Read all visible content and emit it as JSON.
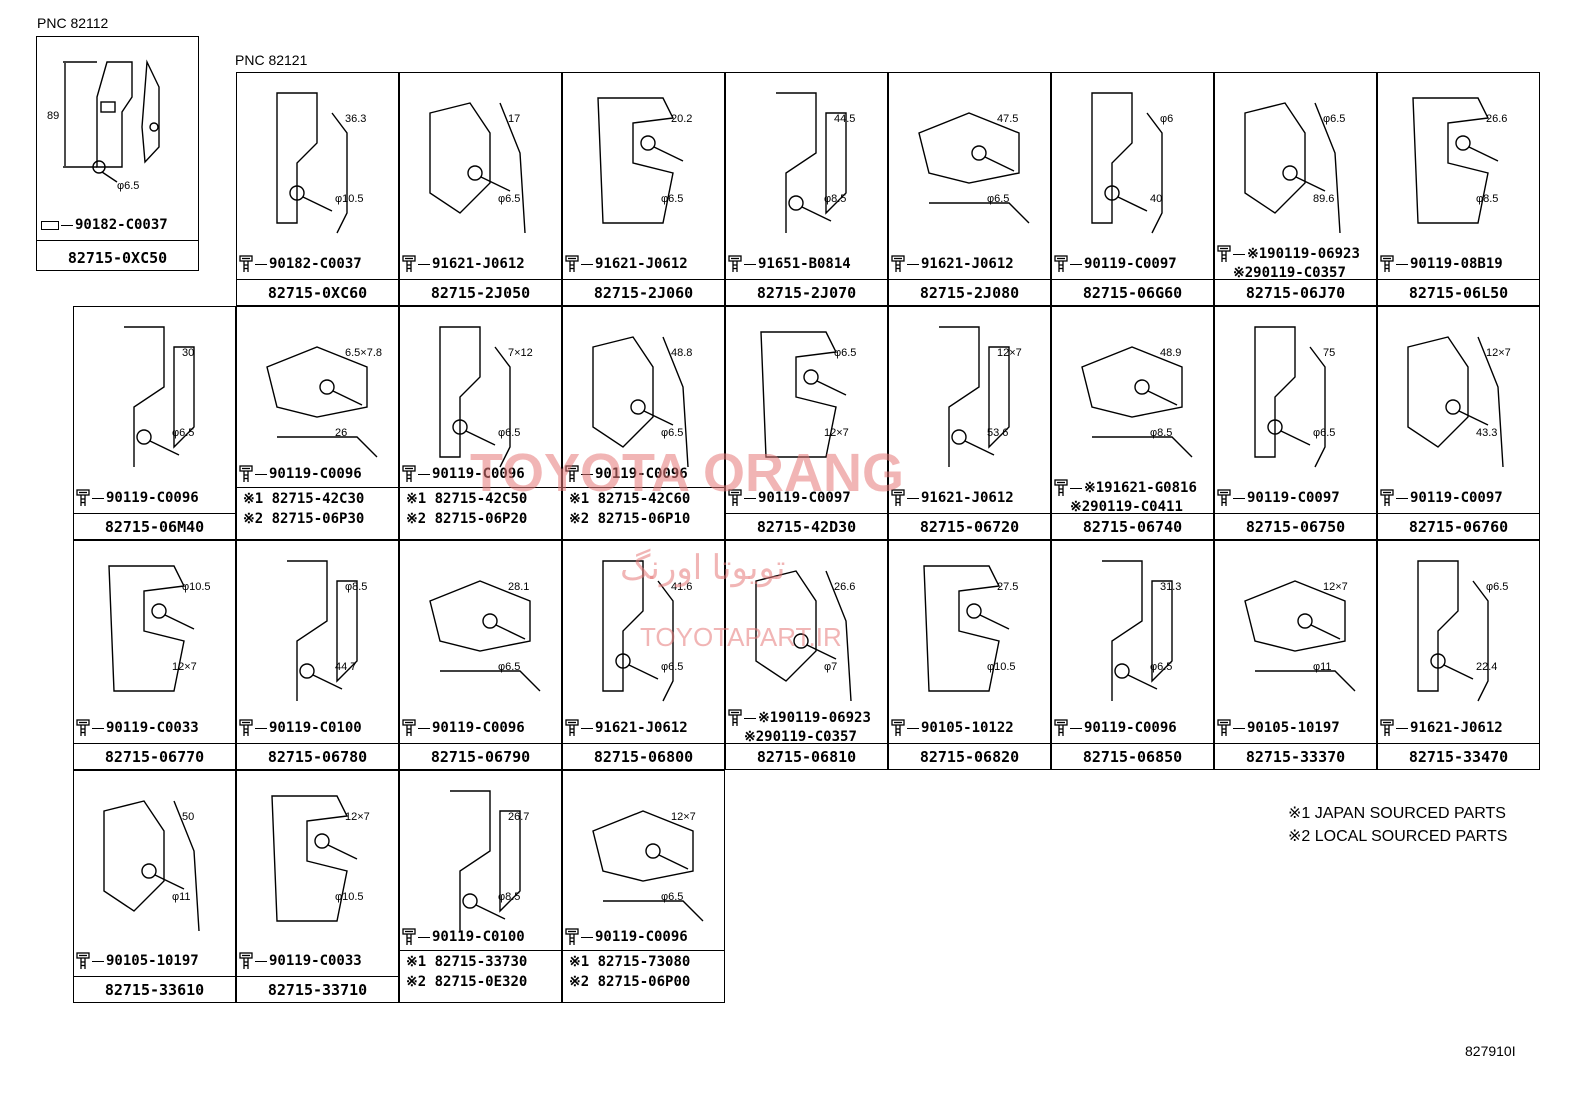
{
  "headers": {
    "pnc_left": "PNC 82112",
    "pnc_main": "PNC 82121"
  },
  "colors": {
    "line": "#000000",
    "watermark": "#e67878",
    "background": "#ffffff"
  },
  "watermark": {
    "line1": "TOYOTA ORANG",
    "line2": "تویوتا اورنگ",
    "line3": "TOYOTAPART.IR"
  },
  "legend": {
    "line1": "※1 JAPAN SOURCED PARTS",
    "line2": "※2 LOCAL SOURCED PARTS"
  },
  "ref": "827910I",
  "pnc82112_cell": {
    "dims": [
      "89",
      "φ6.5"
    ],
    "fasteners": [
      "90182-C0037"
    ],
    "part": "82715-0XC50"
  },
  "cells": [
    {
      "dims": [
        "36.3",
        "φ10.5"
      ],
      "fasteners": [
        "90182-C0037"
      ],
      "part": "82715-0XC60"
    },
    {
      "dims": [
        "17",
        "φ6.5"
      ],
      "fasteners": [
        "91621-J0612"
      ],
      "part": "82715-2J050"
    },
    {
      "dims": [
        "20.2",
        "φ6.5"
      ],
      "fasteners": [
        "91621-J0612"
      ],
      "part": "82715-2J060"
    },
    {
      "dims": [
        "44.5",
        "φ8.5"
      ],
      "fasteners": [
        "91651-B0814"
      ],
      "part": "82715-2J070"
    },
    {
      "dims": [
        "47.5",
        "φ6.5"
      ],
      "fasteners": [
        "91621-J0612"
      ],
      "part": "82715-2J080"
    },
    {
      "dims": [
        "φ6",
        "40"
      ],
      "fasteners": [
        "90119-C0097"
      ],
      "part": "82715-06G60"
    },
    {
      "dims": [
        "φ6.5",
        "89.6"
      ],
      "fasteners": [
        "※190119-06923",
        "※290119-C0357"
      ],
      "part": "82715-06J70"
    },
    {
      "dims": [
        "26.6",
        "φ8.5"
      ],
      "fasteners": [
        "90119-08B19"
      ],
      "part": "82715-06L50"
    },
    {
      "dims": [
        "30",
        "φ6.5"
      ],
      "fasteners": [
        "90119-C0096"
      ],
      "part": "82715-06M40"
    },
    {
      "dims": [
        "6.5×7.8",
        "26"
      ],
      "fasteners": [
        "90119-C0096"
      ],
      "notes": [
        "※1 82715-42C30",
        "※2 82715-06P30"
      ]
    },
    {
      "dims": [
        "7×12",
        "φ6.5"
      ],
      "fasteners": [
        "90119-C0096"
      ],
      "notes": [
        "※1 82715-42C50",
        "※2 82715-06P20"
      ]
    },
    {
      "dims": [
        "48.8",
        "φ6.5"
      ],
      "fasteners": [
        "90119-C0096"
      ],
      "notes": [
        "※1 82715-42C60",
        "※2 82715-06P10"
      ]
    },
    {
      "dims": [
        "φ6.5",
        "12×7"
      ],
      "fasteners": [
        "90119-C0097"
      ],
      "part": "82715-42D30"
    },
    {
      "dims": [
        "12×7",
        "53.6"
      ],
      "fasteners": [
        "91621-J0612"
      ],
      "part": "82715-06720"
    },
    {
      "dims": [
        "48.9",
        "φ8.5"
      ],
      "fasteners": [
        "※191621-G0816",
        "※290119-C0411"
      ],
      "part": "82715-06740"
    },
    {
      "dims": [
        "75",
        "φ6.5"
      ],
      "fasteners": [
        "90119-C0097"
      ],
      "part": "82715-06750"
    },
    {
      "dims": [
        "12×7",
        "43.3"
      ],
      "fasteners": [
        "90119-C0097"
      ],
      "part": "82715-06760"
    },
    {
      "dims": [
        "φ10.5",
        "12×7"
      ],
      "fasteners": [
        "90119-C0033"
      ],
      "part": "82715-06770"
    },
    {
      "dims": [
        "φ8.5",
        "44.7"
      ],
      "fasteners": [
        "90119-C0100"
      ],
      "part": "82715-06780"
    },
    {
      "dims": [
        "28.1",
        "φ6.5"
      ],
      "fasteners": [
        "90119-C0096"
      ],
      "part": "82715-06790"
    },
    {
      "dims": [
        "41.6",
        "φ6.5"
      ],
      "fasteners": [
        "91621-J0612"
      ],
      "part": "82715-06800"
    },
    {
      "dims": [
        "26.6",
        "φ7"
      ],
      "fasteners": [
        "※190119-06923",
        "※290119-C0357"
      ],
      "part": "82715-06810"
    },
    {
      "dims": [
        "27.5",
        "φ10.5"
      ],
      "fasteners": [
        "90105-10122"
      ],
      "part": "82715-06820"
    },
    {
      "dims": [
        "31.3",
        "φ6.5"
      ],
      "fasteners": [
        "90119-C0096"
      ],
      "part": "82715-06850"
    },
    {
      "dims": [
        "12×7",
        "φ11"
      ],
      "fasteners": [
        "90105-10197"
      ],
      "part": "82715-33370"
    },
    {
      "dims": [
        "φ6.5",
        "22.4"
      ],
      "fasteners": [
        "91621-J0612"
      ],
      "part": "82715-33470"
    },
    {
      "dims": [
        "50",
        "φ11"
      ],
      "fasteners": [
        "90105-10197"
      ],
      "part": "82715-33610"
    },
    {
      "dims": [
        "12×7",
        "φ10.5"
      ],
      "fasteners": [
        "90119-C0033"
      ],
      "part": "82715-33710"
    },
    {
      "dims": [
        "26.7",
        "φ8.5"
      ],
      "fasteners": [
        "90119-C0100"
      ],
      "notes": [
        "※1 82715-33730",
        "※2 82715-0E320"
      ]
    },
    {
      "dims": [
        "12×7",
        "φ6.5"
      ],
      "fasteners": [
        "90119-C0096"
      ],
      "notes": [
        "※1 82715-73080",
        "※2 82715-06P00"
      ]
    }
  ]
}
